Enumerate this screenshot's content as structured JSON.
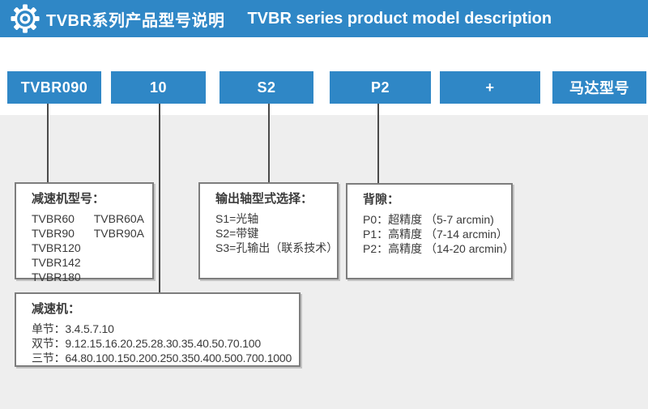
{
  "colors": {
    "primary_blue": "#2F87C6",
    "panel_gray": "#EEEEEE",
    "box_border": "#7D7D7D",
    "connector_line": "#4A4A4A",
    "text": "#3A3A3A"
  },
  "header": {
    "icon": "gear-icon",
    "title_zh": "TVBR系列产品型号说明",
    "title_en": "TVBR series product model description"
  },
  "segments": [
    {
      "label": "TVBR090"
    },
    {
      "label": "10"
    },
    {
      "label": "S2"
    },
    {
      "label": "P2"
    },
    {
      "label": "+"
    },
    {
      "label": "马达型号"
    }
  ],
  "boxes": {
    "gearbox_model": {
      "heading": "减速机型号：",
      "rows": [
        [
          "TVBR60",
          "TVBR60A"
        ],
        [
          "TVBR90",
          "TVBR90A"
        ],
        [
          "TVBR120",
          ""
        ],
        [
          "TVBR142",
          ""
        ],
        [
          "TVBR180",
          ""
        ]
      ]
    },
    "output_shaft": {
      "heading": "输出轴型式选择：",
      "items": [
        "S1=光轴",
        "S2=带键",
        "S3=孔输出（联系技术）"
      ]
    },
    "backlash": {
      "heading": "背隙：",
      "items": [
        "P0：超精度 （5-7 arcmin)",
        "P1：高精度 （7-14 arcmin）",
        "P2：高精度 （14-20 arcmin）"
      ]
    },
    "ratio": {
      "heading": "减速机：",
      "items": [
        "单节：3.4.5.7.10",
        "双节：9.12.15.16.20.25.28.30.35.40.50.70.100",
        "三节：64.80.100.150.200.250.350.400.500.700.1000"
      ]
    }
  }
}
